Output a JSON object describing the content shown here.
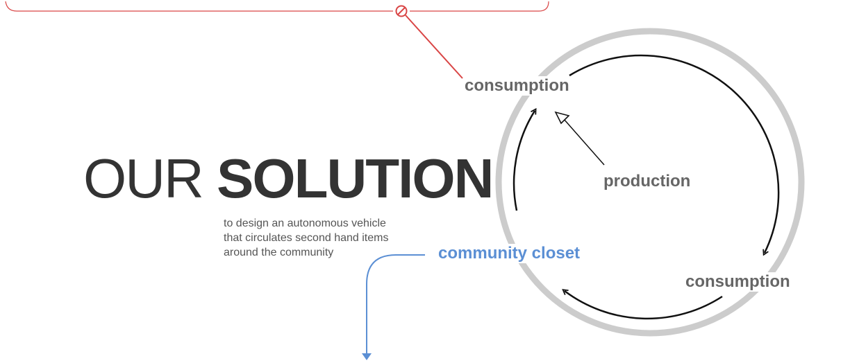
{
  "title": {
    "light": "OUR",
    "bold": "SOLUTION"
  },
  "subtitle": {
    "lines": [
      "to design an autonomous vehicle",
      "that circulates second hand items",
      "around the community"
    ]
  },
  "cycle": {
    "label_top": "consumption",
    "label_center": "production",
    "label_bottom": "consumption",
    "label_callout": "community closet"
  },
  "colors": {
    "title": "#333333",
    "label": "#666666",
    "ring": "#cccccc",
    "cycle_arrows": "#111111",
    "callout": "#5b8fd4",
    "bracket": "#d94545"
  },
  "icons": {
    "blocked_marker": "no-symbol-icon"
  }
}
